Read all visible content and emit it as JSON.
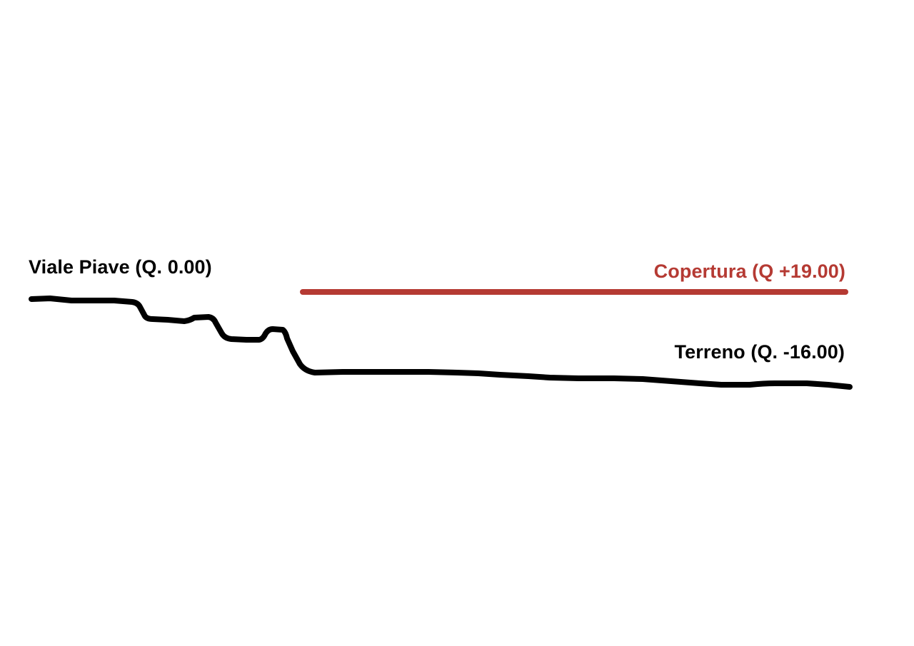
{
  "section": {
    "street_label": "Viale Piave (Q. 0.00)",
    "roof_label": "Copertura (Q +19.00)",
    "ground_label": "Terreno (Q. -16.00)"
  },
  "colors": {
    "roof_line": "#b53a33",
    "terrain_line": "#000000",
    "background": "#ffffff"
  }
}
